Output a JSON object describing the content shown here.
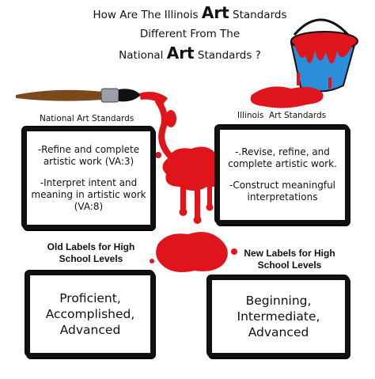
{
  "title": {
    "line1_pre": "How Are The Illinois ",
    "line1_big": "Art",
    "line1_post": " Standards",
    "line2": "Different From The",
    "line3_pre": "National ",
    "line3_big": "Art",
    "line3_post": " Standards ?"
  },
  "left": {
    "label": "National Art Standards",
    "items": [
      "-Refine and complete artistic work (VA:3)",
      "-Interpret intent and meaning in artistic work (VA:8)"
    ]
  },
  "right": {
    "label": "Illinois  Art Standards",
    "items": [
      "-.Revise, refine, and complete artistic work.",
      "-Construct meaningful interpretations"
    ]
  },
  "old_labels": {
    "heading": "Old Labels for High School Levels",
    "levels": "Proficient, Accomplished, Advanced"
  },
  "new_labels": {
    "heading": "New Labels for High School Levels",
    "levels": "Beginning, Intermediate, Advanced"
  },
  "colors": {
    "paint_red": "#e0141b",
    "bucket_blue": "#2a8fd8",
    "frame_black": "#111111"
  },
  "decor_icons": [
    "paintbrush-icon",
    "paint-bucket-icon",
    "paint-splatter-icon"
  ]
}
